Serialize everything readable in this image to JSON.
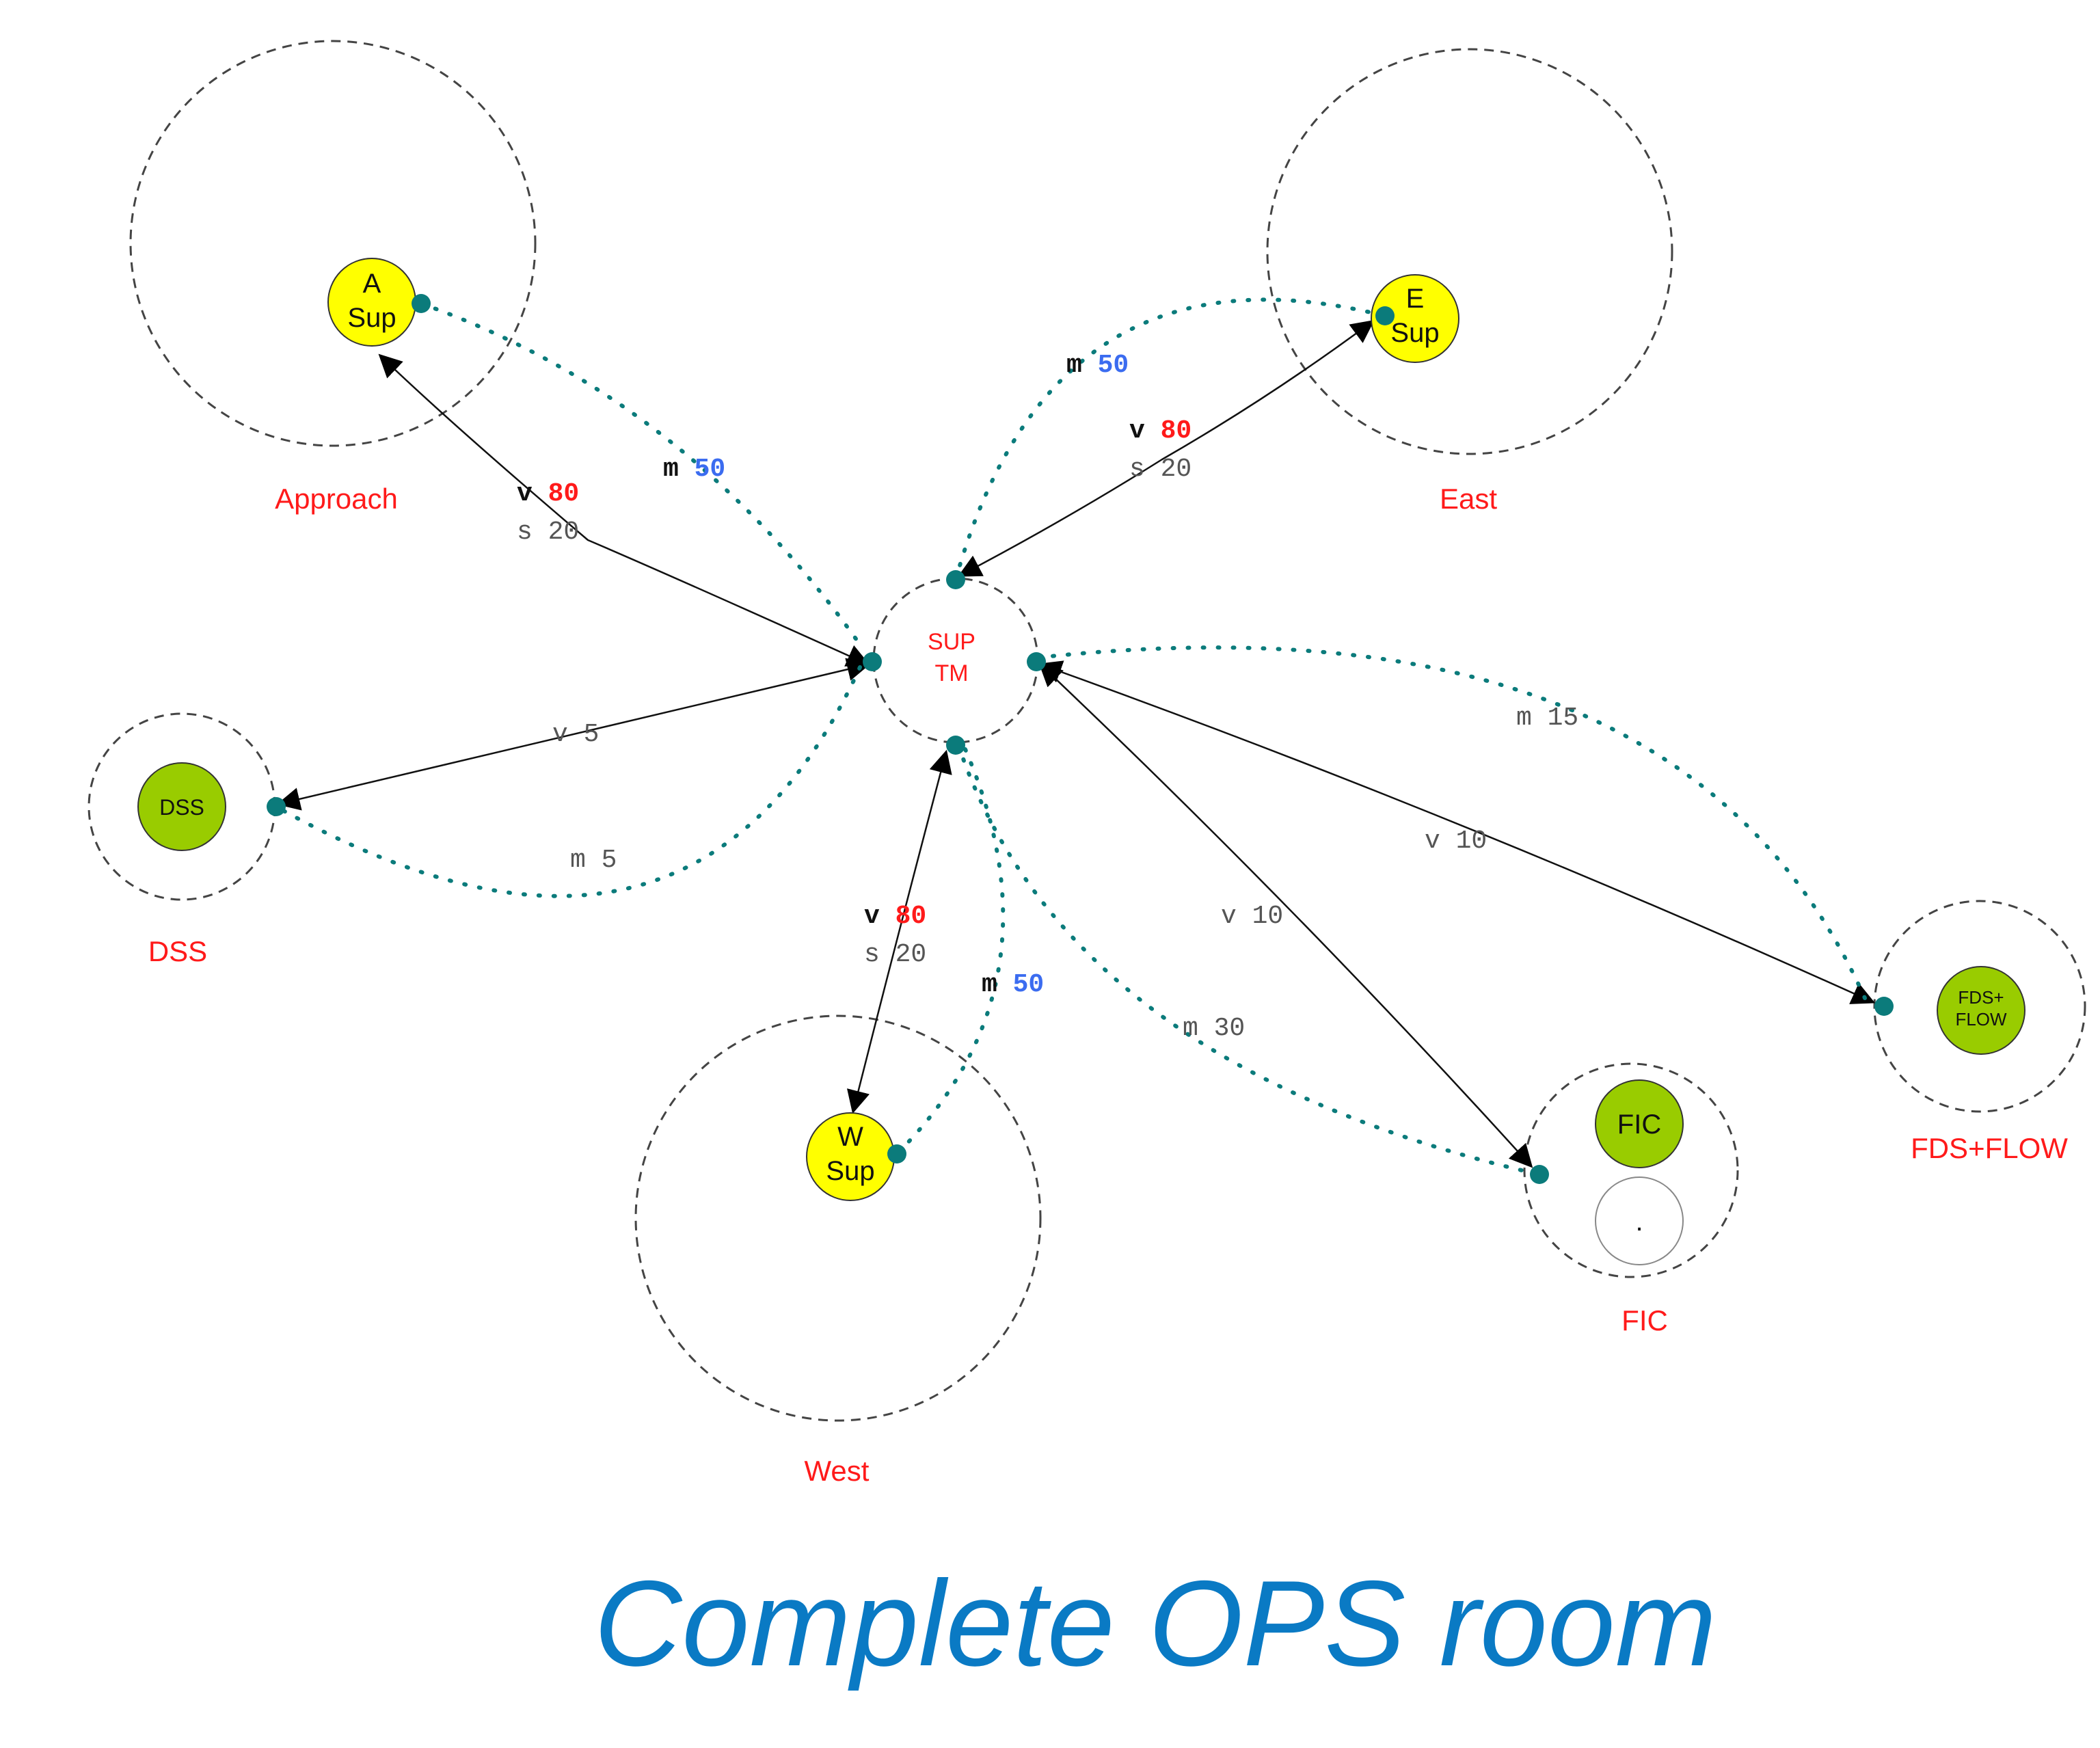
{
  "title": "Complete OPS room",
  "center": {
    "line1": "SUP",
    "line2": "TM"
  },
  "zones": {
    "approach": {
      "label": "Approach",
      "node_line1": "A",
      "node_line2": "Sup"
    },
    "east": {
      "label": "East",
      "node_line1": "E",
      "node_line2": "Sup"
    },
    "west": {
      "label": "West",
      "node_line1": "W",
      "node_line2": "Sup"
    },
    "dss": {
      "label": "DSS",
      "node": "DSS"
    },
    "fic": {
      "label": "FIC",
      "node": "FIC",
      "empty_node": "."
    },
    "fds": {
      "label": "FDS+FLOW",
      "node_line1": "FDS+",
      "node_line2": "FLOW"
    }
  },
  "links": {
    "approach": {
      "v_key": "v",
      "v_val": "80",
      "s_key": "s",
      "s_val": "20",
      "m_key": "m",
      "m_val": "50"
    },
    "east": {
      "v_key": "v",
      "v_val": "80",
      "s_key": "s",
      "s_val": "20",
      "m_key": "m",
      "m_val": "50"
    },
    "west": {
      "v_key": "v",
      "v_val": "80",
      "s_key": "s",
      "s_val": "20",
      "m_key": "m",
      "m_val": "50"
    },
    "dss": {
      "v": "v 5",
      "m": "m 5"
    },
    "fic": {
      "v": "v 10",
      "m": "m 30"
    },
    "fds": {
      "v": "v 10",
      "m": "m 15"
    }
  },
  "colors": {
    "supervisor_node": "#ffff00",
    "position_node": "#99cc00",
    "dot_teal": "#0b7b7b",
    "label_red": "#ff1a1a",
    "label_blue": "#3b6cf0",
    "title_blue": "#0a7ac4"
  }
}
